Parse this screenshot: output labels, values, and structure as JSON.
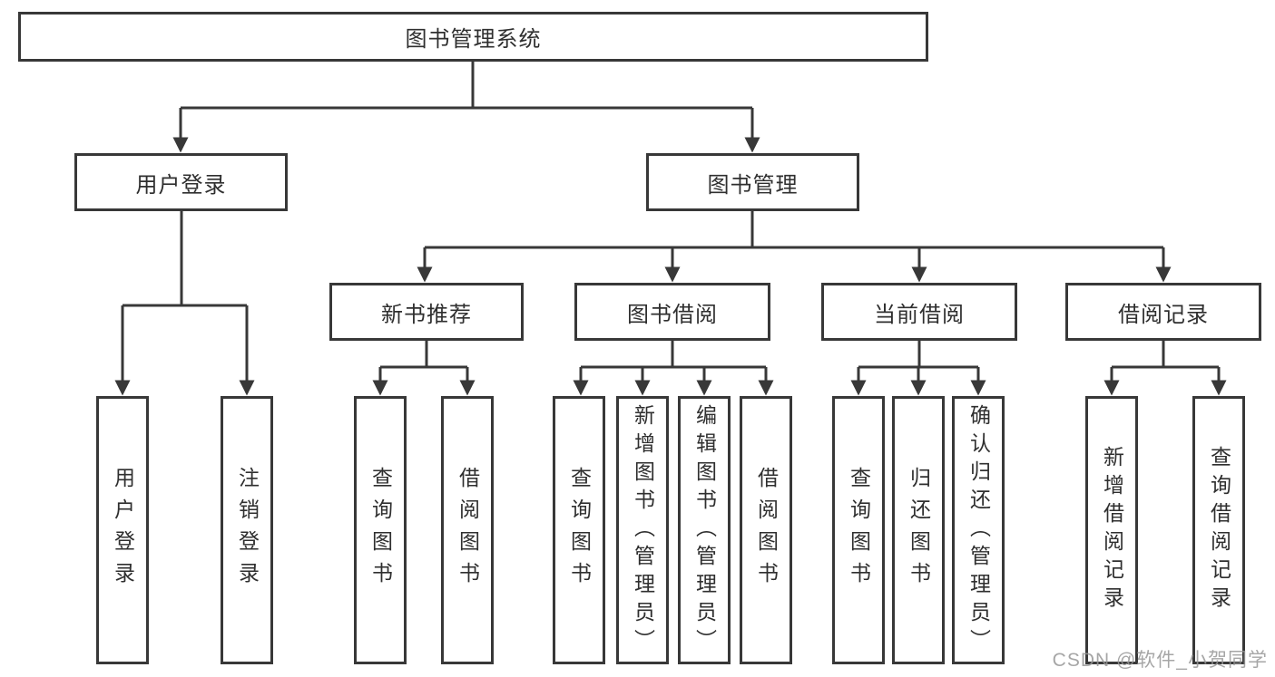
{
  "diagram": {
    "root": "图书管理系统",
    "level1": {
      "login": "用户登录",
      "mgmt": "图书管理"
    },
    "level2": {
      "newbooks": "新书推荐",
      "borrow": "图书借阅",
      "current": "当前借阅",
      "history": "借阅记录"
    },
    "leaves": {
      "login": [
        "用户登录",
        "注销登录"
      ],
      "newbooks": [
        "查询图书",
        "借阅图书"
      ],
      "borrow": [
        "查询图书",
        "新增图书（管理员）",
        "编辑图书（管理员）",
        "借阅图书"
      ],
      "current": [
        "查询图书",
        "归还图书",
        "确认归还（管理员）"
      ],
      "history": [
        "新增借阅记录",
        "查询借阅记录"
      ]
    }
  },
  "watermark": "CSDN @软件_小贺同学",
  "colors": {
    "line": "#383838",
    "text": "#2f2f2f",
    "background": "#ffffff",
    "watermark": "#969696"
  }
}
